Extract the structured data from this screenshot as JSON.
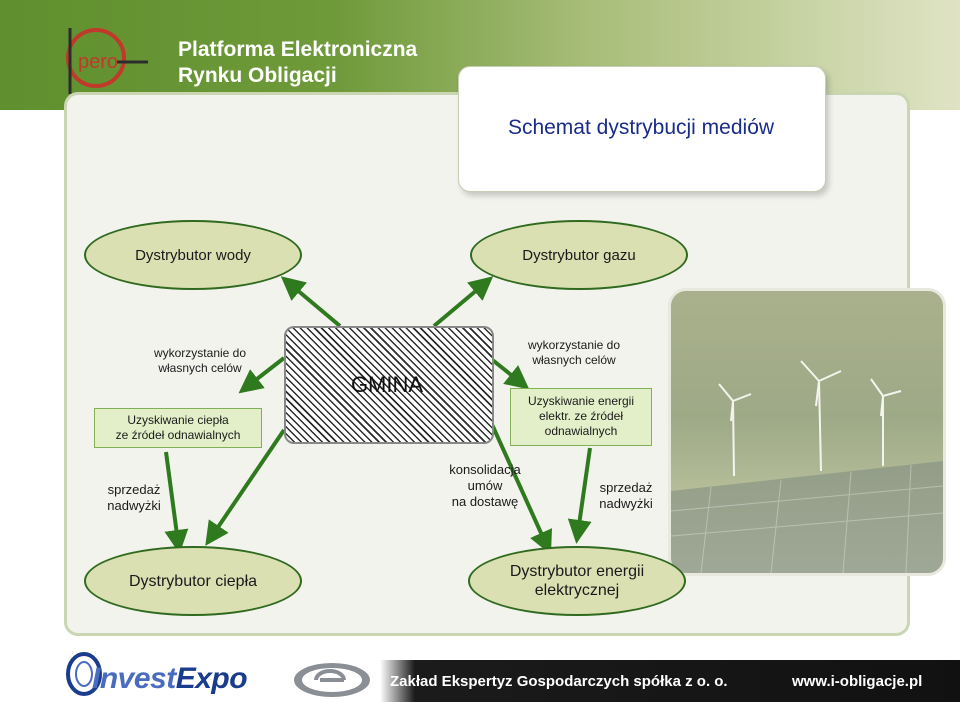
{
  "header": {
    "title_line1": "Platforma Elektroniczna",
    "title_line2": "Rynku Obligacji",
    "logo_text": "pero"
  },
  "diagram": {
    "title": "Schemat dystrybucji mediów",
    "water_distributor": "Dystrybutor wody",
    "gas_distributor": "Dystrybutor gazu",
    "center": "GMINA",
    "heat_distributor": "Dystrybutor ciepła",
    "power_distributor_line1": "Dystrybutor energii",
    "power_distributor_line2": "elektrycznej",
    "left_own_use_line1": "wykorzystanie do",
    "left_own_use_line2": "własnych celów",
    "left_heat_line1": "Uzyskiwanie ciepła",
    "left_heat_line2": "ze źródeł odnawialnych",
    "right_own_use_line1": "wykorzystanie do",
    "right_own_use_line2": "własnych celów",
    "right_power_line1": "Uzyskiwanie energii",
    "right_power_line2": "elektr. ze źródeł",
    "right_power_line3": "odnawialnych",
    "left_surplus_line1": "sprzedaż",
    "left_surplus_line2": "nadwyżki",
    "right_surplus_line1": "sprzedaż",
    "right_surplus_line2": "nadwyżki",
    "consolidation_line1": "konsolidacja",
    "consolidation_line2": "umów",
    "consolidation_line3": "na dostawę"
  },
  "footer": {
    "invest": "Invest",
    "expo": "Expo",
    "company": "Zakład Ekspertyz Gospodarczych spółka z o. o.",
    "url": "www.i-obligacje.pl"
  },
  "colors": {
    "header_green": "#5f8f2e",
    "ellipse_fill": "#dbe0b3",
    "ellipse_border": "#2f6a1e",
    "arrow_green": "#2f7a1e",
    "title_blue": "#1a2c8a"
  }
}
